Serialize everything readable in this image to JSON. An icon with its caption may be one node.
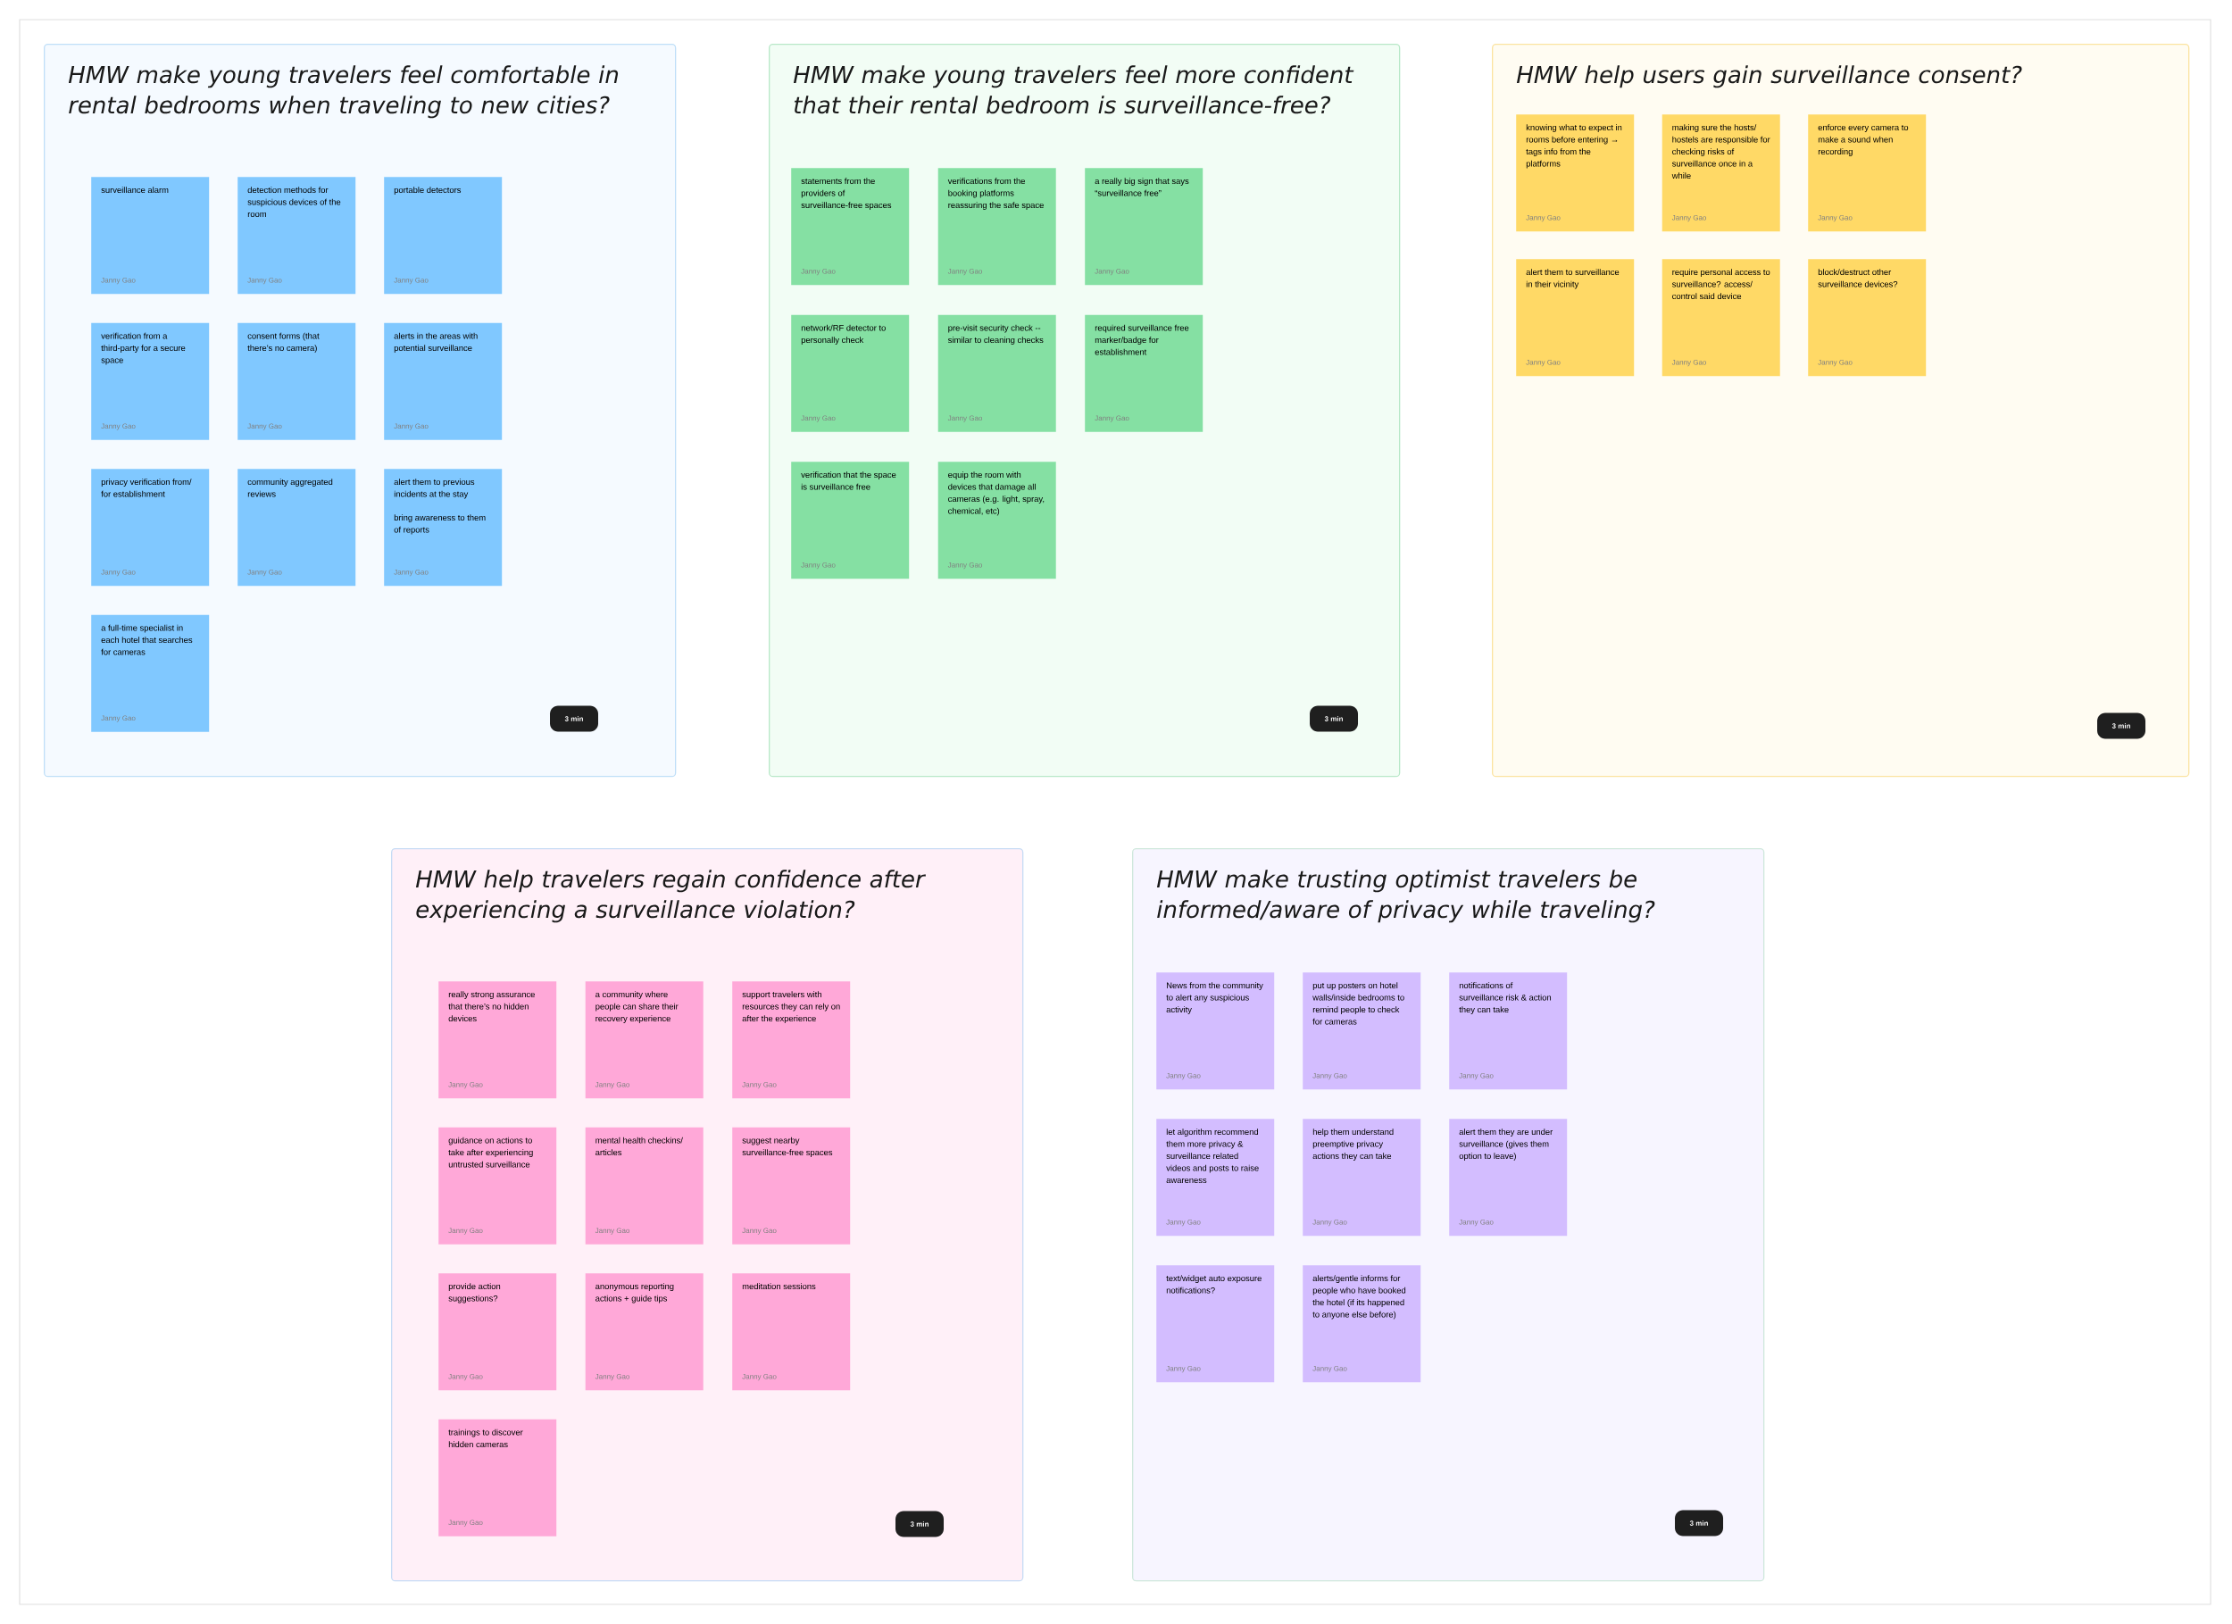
{
  "diagram": {
    "nodes": [
      {
        "text": [
          "HMW make young travelers feel comfortable in rental bedrooms when traveling to new cities?"
        ]
      },
      {
        "text": [
          "surveillance alarm",
          "Janny Gao"
        ],
        "in": 0
      },
      {
        "text": [
          "detection methods for suspicious devices of the room",
          "Janny Gao"
        ],
        "in": 0
      },
      {
        "text": [
          "portable detectors",
          "Janny Gao"
        ],
        "in": 0
      },
      {
        "text": [
          "verification from a third-party for a secure space",
          "Janny Gao"
        ],
        "in": 0
      },
      {
        "text": [
          "consent forms (that there’s no camera)",
          "Janny Gao"
        ],
        "in": 0
      },
      {
        "text": [
          "alerts in the areas with potential surveillance",
          "Janny Gao"
        ],
        "in": 0
      },
      {
        "text": [
          "privacy verification from/ for establishment",
          "Janny Gao"
        ],
        "in": 0
      },
      {
        "text": [
          "community aggregated reviews",
          "Janny Gao"
        ],
        "in": 0
      },
      {
        "text": [
          "alert them to previous incidents at the stay",
          "bring awareness to them of reports",
          "Janny Gao"
        ],
        "in": 0
      },
      {
        "text": [
          "a full-time specialist in each hotel that searches for cameras",
          "Janny Gao"
        ],
        "in": 0
      },
      {
        "text": [
          "3 min"
        ],
        "in": 0
      },
      {
        "text": [
          "HMW make young travelers feel more confident that their rental bedroom is surveillance-free?"
        ]
      },
      {
        "text": [
          "statements from the providers of surveillance-free spaces",
          "Janny Gao"
        ],
        "in": 12
      },
      {
        "text": [
          "verifications from the booking platforms reassuring the safe space",
          "Janny Gao"
        ],
        "in": 12
      },
      {
        "text": [
          "a really big sign that says “surveillance free”",
          "Janny Gao"
        ],
        "in": 12
      },
      {
        "text": [
          "network/RF detector to personally check",
          "Janny Gao"
        ],
        "in": 12
      },
      {
        "text": [
          "pre-visit security check -- similar to cleaning checks",
          "Janny Gao"
        ],
        "in": 12
      },
      {
        "text": [
          "required surveillance free marker/badge for establishment",
          "Janny Gao"
        ],
        "in": 12
      },
      {
        "text": [
          "verification that the space is surveillance free",
          "Janny Gao"
        ],
        "in": 12
      },
      {
        "text": [
          "equip the room with devices that damage all cameras (e.g. light, spray, chemical, etc)",
          "Janny Gao"
        ],
        "in": 12
      },
      {
        "text": [
          "3 min"
        ],
        "in": 12
      },
      {
        "text": [
          "HMW help users gain surveillance consent?"
        ]
      },
      {
        "text": [
          "knowing what to expect in rooms before entering → tags info from the platforms",
          "Janny Gao"
        ],
        "in": 22
      },
      {
        "text": [
          "making sure the hosts/ hostels are responsible for checking risks of surveillance once in a while",
          "Janny Gao"
        ],
        "in": 22
      },
      {
        "text": [
          "enforce every camera to make a sound when recording",
          "Janny Gao"
        ],
        "in": 22
      },
      {
        "text": [
          "alert them to surveillance in their vicinity",
          "Janny Gao"
        ],
        "in": 22
      },
      {
        "text": [
          "require personal access to surveillance? access/ control said device",
          "Janny Gao"
        ],
        "in": 22
      },
      {
        "text": [
          "block/destruct other surveillance devices?",
          "Janny Gao"
        ],
        "in": 22
      },
      {
        "text": [
          "3 min"
        ],
        "in": 22
      },
      {
        "text": [
          "HMW help travelers regain confidence after experiencing a surveillance violation?"
        ]
      },
      {
        "text": [
          "really strong assurance that there’s no hidden devices",
          "Janny Gao"
        ],
        "in": 30
      },
      {
        "text": [
          "a community where people can share their recovery experience",
          "Janny Gao"
        ],
        "in": 30
      },
      {
        "text": [
          "support travelers with resources they can rely on after the experience",
          "Janny Gao"
        ],
        "in": 30
      },
      {
        "text": [
          "guidance on actions to take after experiencing untrusted surveillance",
          "Janny Gao"
        ],
        "in": 30
      },
      {
        "text": [
          "mental health checkins/ articles",
          "Janny Gao"
        ],
        "in": 30
      },
      {
        "text": [
          "suggest nearby surveillance-free spaces",
          "Janny Gao"
        ],
        "in": 30
      },
      {
        "text": [
          "provide action suggestions?",
          "Janny Gao"
        ],
        "in": 30
      },
      {
        "text": [
          "anonymous reporting actions + guide tips",
          "Janny Gao"
        ],
        "in": 30
      },
      {
        "text": [
          "meditation sessions",
          "Janny Gao"
        ],
        "in": 30
      },
      {
        "text": [
          "trainings to discover hidden cameras",
          "Janny Gao"
        ],
        "in": 30
      },
      {
        "text": [
          "3 min"
        ],
        "in": 30
      },
      {
        "text": [
          "HMW make trusting optimist travelers be informed/aware of privacy while traveling?"
        ]
      },
      {
        "text": [
          "News from the community to alert any suspicious activity",
          "Janny Gao"
        ],
        "in": 42
      },
      {
        "text": [
          "put up posters on hotel walls/inside bedrooms to remind people to check for cameras",
          "Janny Gao"
        ],
        "in": 42
      },
      {
        "text": [
          "notifications of surveillance risk & action they can take",
          "Janny Gao"
        ],
        "in": 42
      },
      {
        "text": [
          "let algorithm recommend them more privacy & surveillance related videos and posts to raise awareness",
          "Janny Gao"
        ],
        "in": 42
      },
      {
        "text": [
          "help them understand preemptive privacy actions they can take",
          "Janny Gao"
        ],
        "in": 42
      },
      {
        "text": [
          "alert them they are under surveillance (gives them option to leave)",
          "Janny Gao"
        ],
        "in": 42
      },
      {
        "text": [
          "text/widget auto exposure notifications?",
          "Janny Gao"
        ],
        "in": 42
      },
      {
        "text": [
          "alerts/gentle informs for people who have booked the hotel (if its happened to anyone else before)",
          "Janny Gao"
        ],
        "in": 42
      },
      {
        "text": [
          "3 min"
        ],
        "in": 42
      }
    ]
  }
}
